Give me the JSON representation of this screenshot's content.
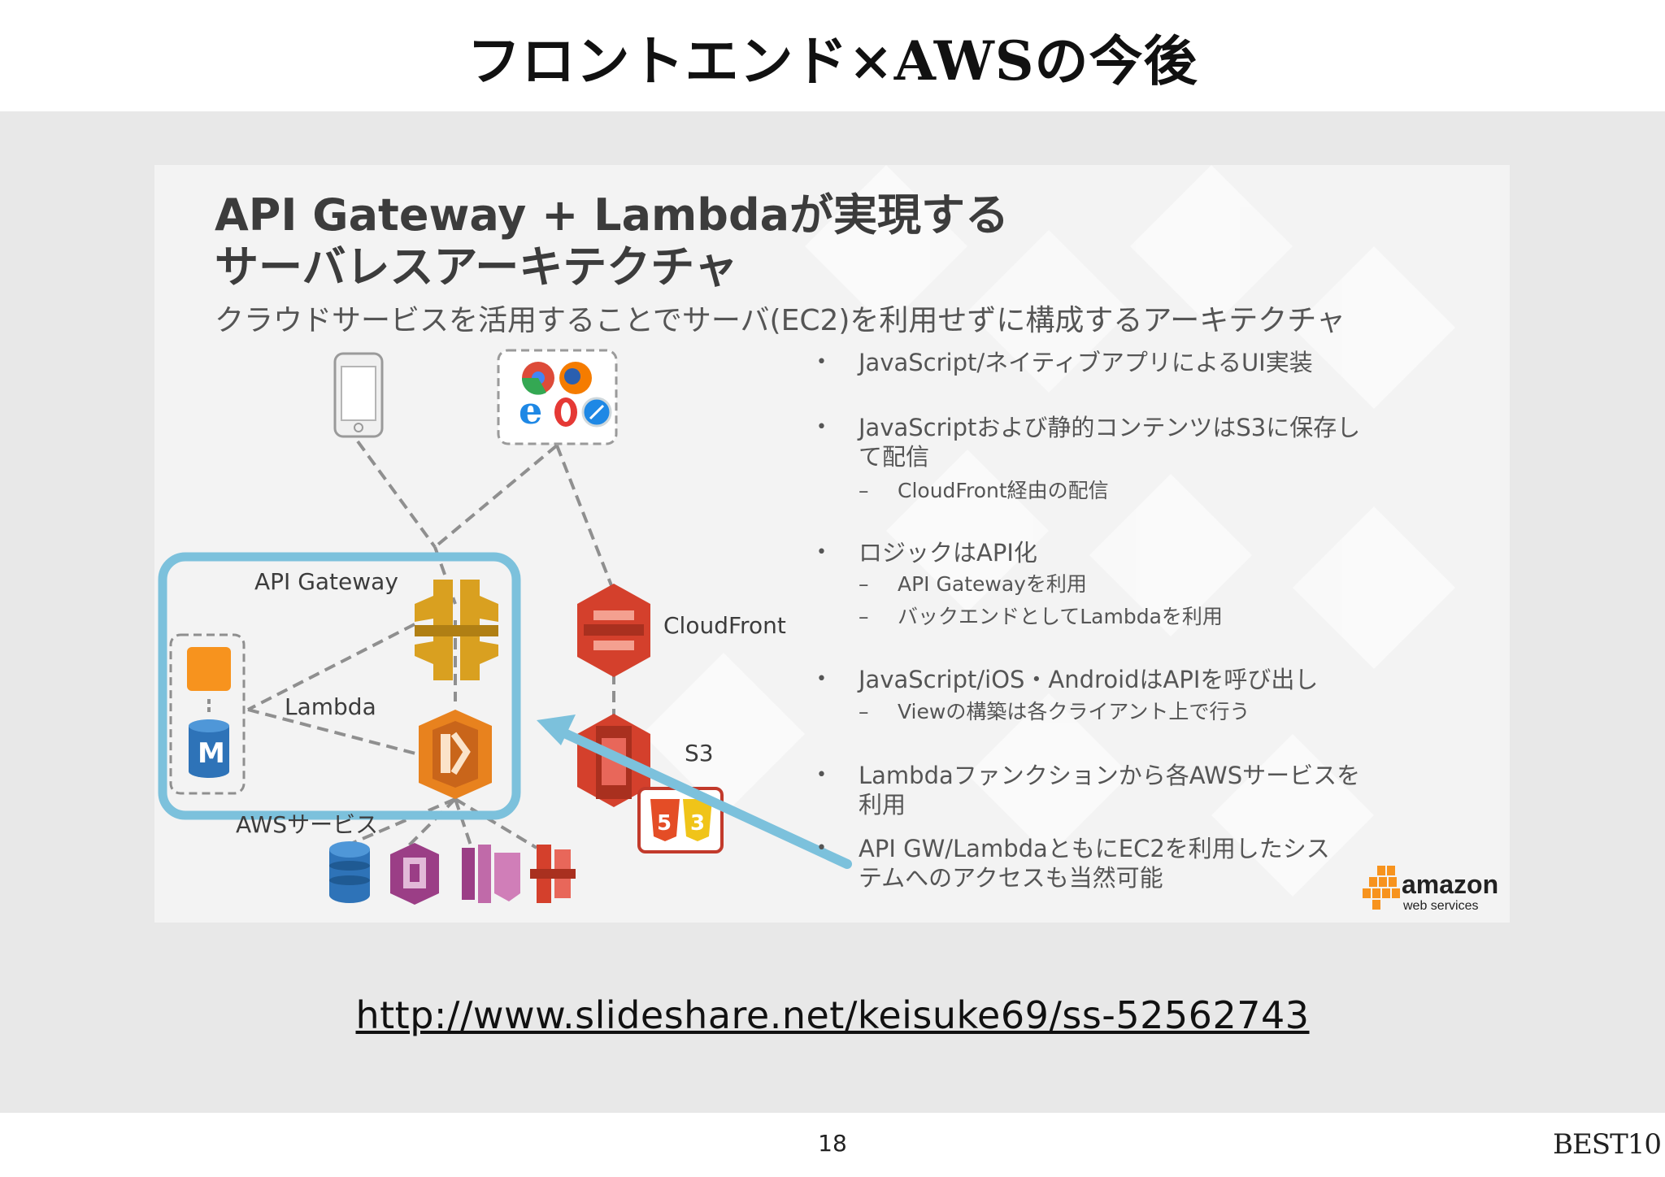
{
  "header": {
    "title": "フロントエンド×AWSの今後"
  },
  "slide": {
    "title_line1": "API Gateway + Lambdaが実現する",
    "title_line2": "サーバレスアーキテクチャ",
    "subtitle": "クラウドサービスを活用することでサーバ(EC2)を利用せずに構成するアーキテクチャ",
    "diagram": {
      "api_gateway": "API Gateway",
      "lambda": "Lambda",
      "cloudfront": "CloudFront",
      "s3": "S3",
      "aws_services": "AWSサービス",
      "dynamo_letter": "M"
    },
    "bullets": [
      {
        "text": "JavaScript/ネイティブアプリによるUI実装",
        "subs": []
      },
      {
        "text": "JavaScriptおよび静的コンテンツはS3に保存して配信",
        "subs": [
          "CloudFront経由の配信"
        ]
      },
      {
        "text": "ロジックはAPI化",
        "subs": [
          "API Gatewayを利用",
          "バックエンドとしてLambdaを利用"
        ]
      },
      {
        "text": "JavaScript/iOS・AndroidはAPIを呼び出し",
        "subs": [
          "Viewの構築は各クライアント上で行う"
        ]
      },
      {
        "text": "Lambdaファンクションから各AWSサービスを利用",
        "subs": []
      },
      {
        "text": "API GW/LambdaともにEC2を利用したシステムへのアクセスも当然可能",
        "subs": []
      }
    ],
    "aws_logo": {
      "word": "amazon",
      "sub": "web services"
    }
  },
  "url": "http://www.slideshare.net/keisuke69/ss-52562743",
  "footer": {
    "page_number": "18",
    "brand": "BEST10"
  },
  "colors": {
    "aws_orange": "#F7931E",
    "api_gateway_gold": "#D9A020",
    "lambda_orange": "#E8821E",
    "cloudfront_red": "#D4402C",
    "highlight_blue": "#7CC1DC",
    "dynamo_blue": "#2E73B8",
    "cognito_purple": "#9B3E86"
  },
  "icons": [
    "smartphone-icon",
    "browsers-icon",
    "api-gateway-icon",
    "lambda-icon",
    "cloudfront-icon",
    "s3-icon",
    "html5-css3-icon",
    "dynamodb-icon",
    "cognito-icon",
    "kinesis-icon",
    "sns-icon",
    "lambda-function-icon",
    "database-icon"
  ]
}
